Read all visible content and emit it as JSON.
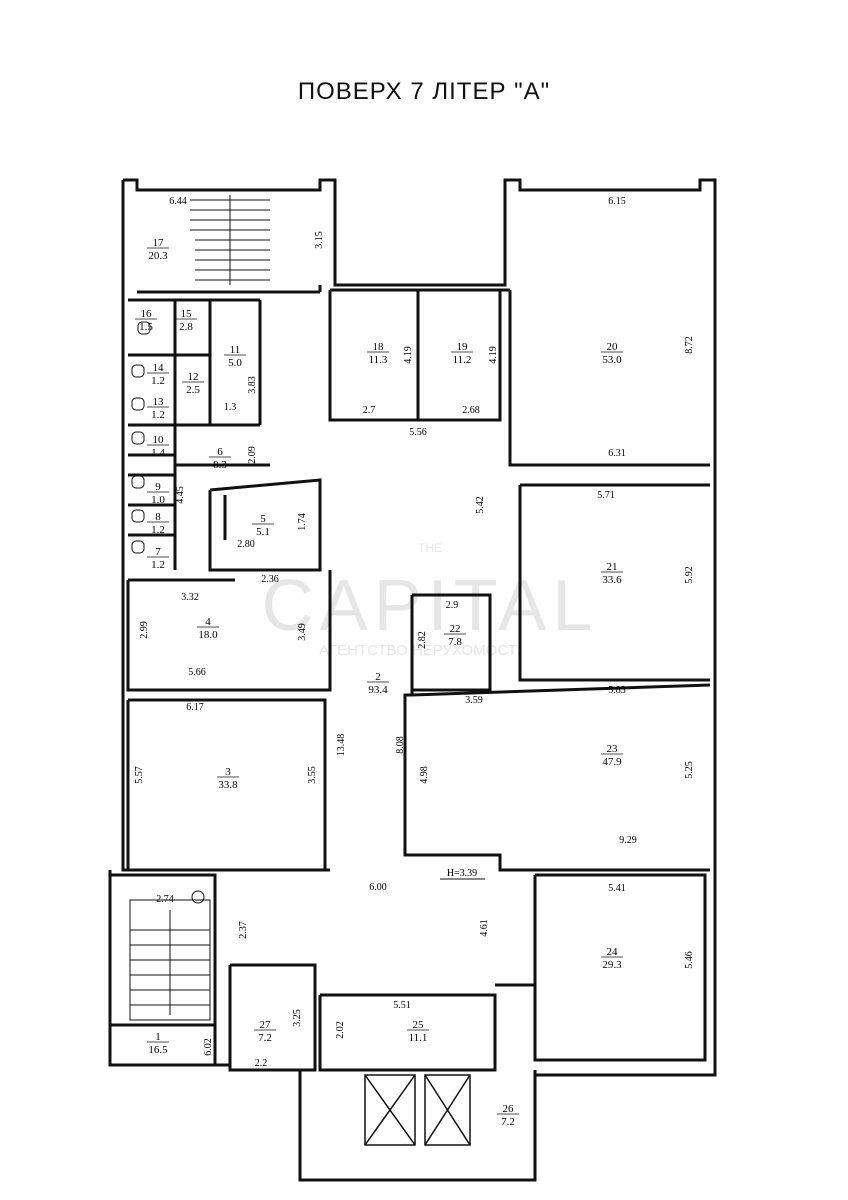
{
  "title": "ПОВЕРХ 7  ЛІТЕР  \"А\"",
  "watermark": {
    "top": "THE",
    "main": "CAPITAL",
    "sub": "АГЕНТСТВО НЕРУХОМОСТІ"
  },
  "height_label": "H=3.39",
  "rooms": [
    {
      "num": "1",
      "area": "16.5"
    },
    {
      "num": "2",
      "area": "93.4"
    },
    {
      "num": "3",
      "area": "33.8"
    },
    {
      "num": "4",
      "area": "18.0"
    },
    {
      "num": "5",
      "area": "5.1"
    },
    {
      "num": "6",
      "area": "8.3"
    },
    {
      "num": "7",
      "area": "1.2"
    },
    {
      "num": "8",
      "area": "1.2"
    },
    {
      "num": "9",
      "area": "1.0"
    },
    {
      "num": "10",
      "area": "1.4"
    },
    {
      "num": "11",
      "area": "5.0"
    },
    {
      "num": "12",
      "area": "2.5"
    },
    {
      "num": "13",
      "area": "1.2"
    },
    {
      "num": "14",
      "area": "1.2"
    },
    {
      "num": "15",
      "area": "2.8"
    },
    {
      "num": "16",
      "area": "1.5"
    },
    {
      "num": "17",
      "area": "20.3"
    },
    {
      "num": "18",
      "area": "11.3"
    },
    {
      "num": "19",
      "area": "11.2"
    },
    {
      "num": "20",
      "area": "53.0"
    },
    {
      "num": "21",
      "area": "33.6"
    },
    {
      "num": "22",
      "area": "7.8"
    },
    {
      "num": "23",
      "area": "47.9"
    },
    {
      "num": "24",
      "area": "29.3"
    },
    {
      "num": "25",
      "area": "11.1"
    },
    {
      "num": "26",
      "area": "7.2"
    },
    {
      "num": "27",
      "area": "7.2"
    }
  ],
  "dimensions": [
    "6.44",
    "3.15",
    "6.15",
    "8.72",
    "4.19",
    "4.19",
    "2.7",
    "2.68",
    "5.56",
    "6.31",
    "3.83",
    "1.3",
    "2.09",
    "4.45",
    "1.74",
    "2.80",
    "5.42",
    "5.71",
    "5.92",
    "2.9",
    "2.82",
    "2.36",
    "3.32",
    "2.99",
    "3.49",
    "5.66",
    "6.17",
    "3.59",
    "5.83",
    "13.48",
    "8.08",
    "5.57",
    "3.55",
    "4.98",
    "5.25",
    "9.29",
    "6.00",
    "5.41",
    "2.74",
    "2.37",
    "4.61",
    "5.46",
    "3.25",
    "5.51",
    "2.02",
    "6.02",
    "2.2"
  ]
}
